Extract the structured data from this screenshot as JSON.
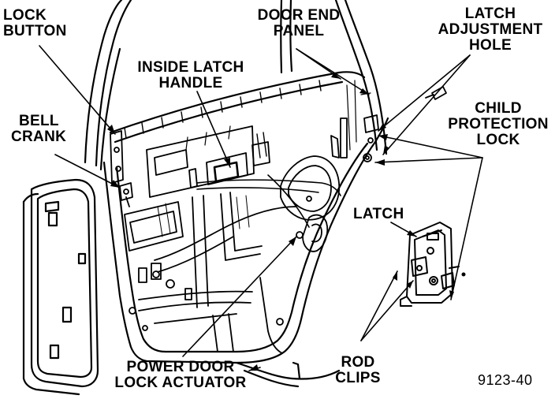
{
  "labels": {
    "lock_button": [
      "LOCK",
      "BUTTON"
    ],
    "door_end_panel": [
      "DOOR END",
      "PANEL"
    ],
    "latch_adjustment_hole": [
      "LATCH",
      "ADJUSTMENT",
      "HOLE"
    ],
    "inside_latch_handle": [
      "INSIDE LATCH",
      "HANDLE"
    ],
    "bell_crank": [
      "BELL",
      "CRANK"
    ],
    "child_protection_lock": [
      "CHILD",
      "PROTECTION",
      "LOCK"
    ],
    "latch": "LATCH",
    "rod_clips": [
      "ROD",
      "CLIPS"
    ],
    "power_door_lock_actuator": [
      "POWER DOOR",
      "LOCK ACTUATOR"
    ]
  },
  "figure_code": "9123-40",
  "colors": {
    "ink": "#000000",
    "paper": "#ffffff"
  }
}
